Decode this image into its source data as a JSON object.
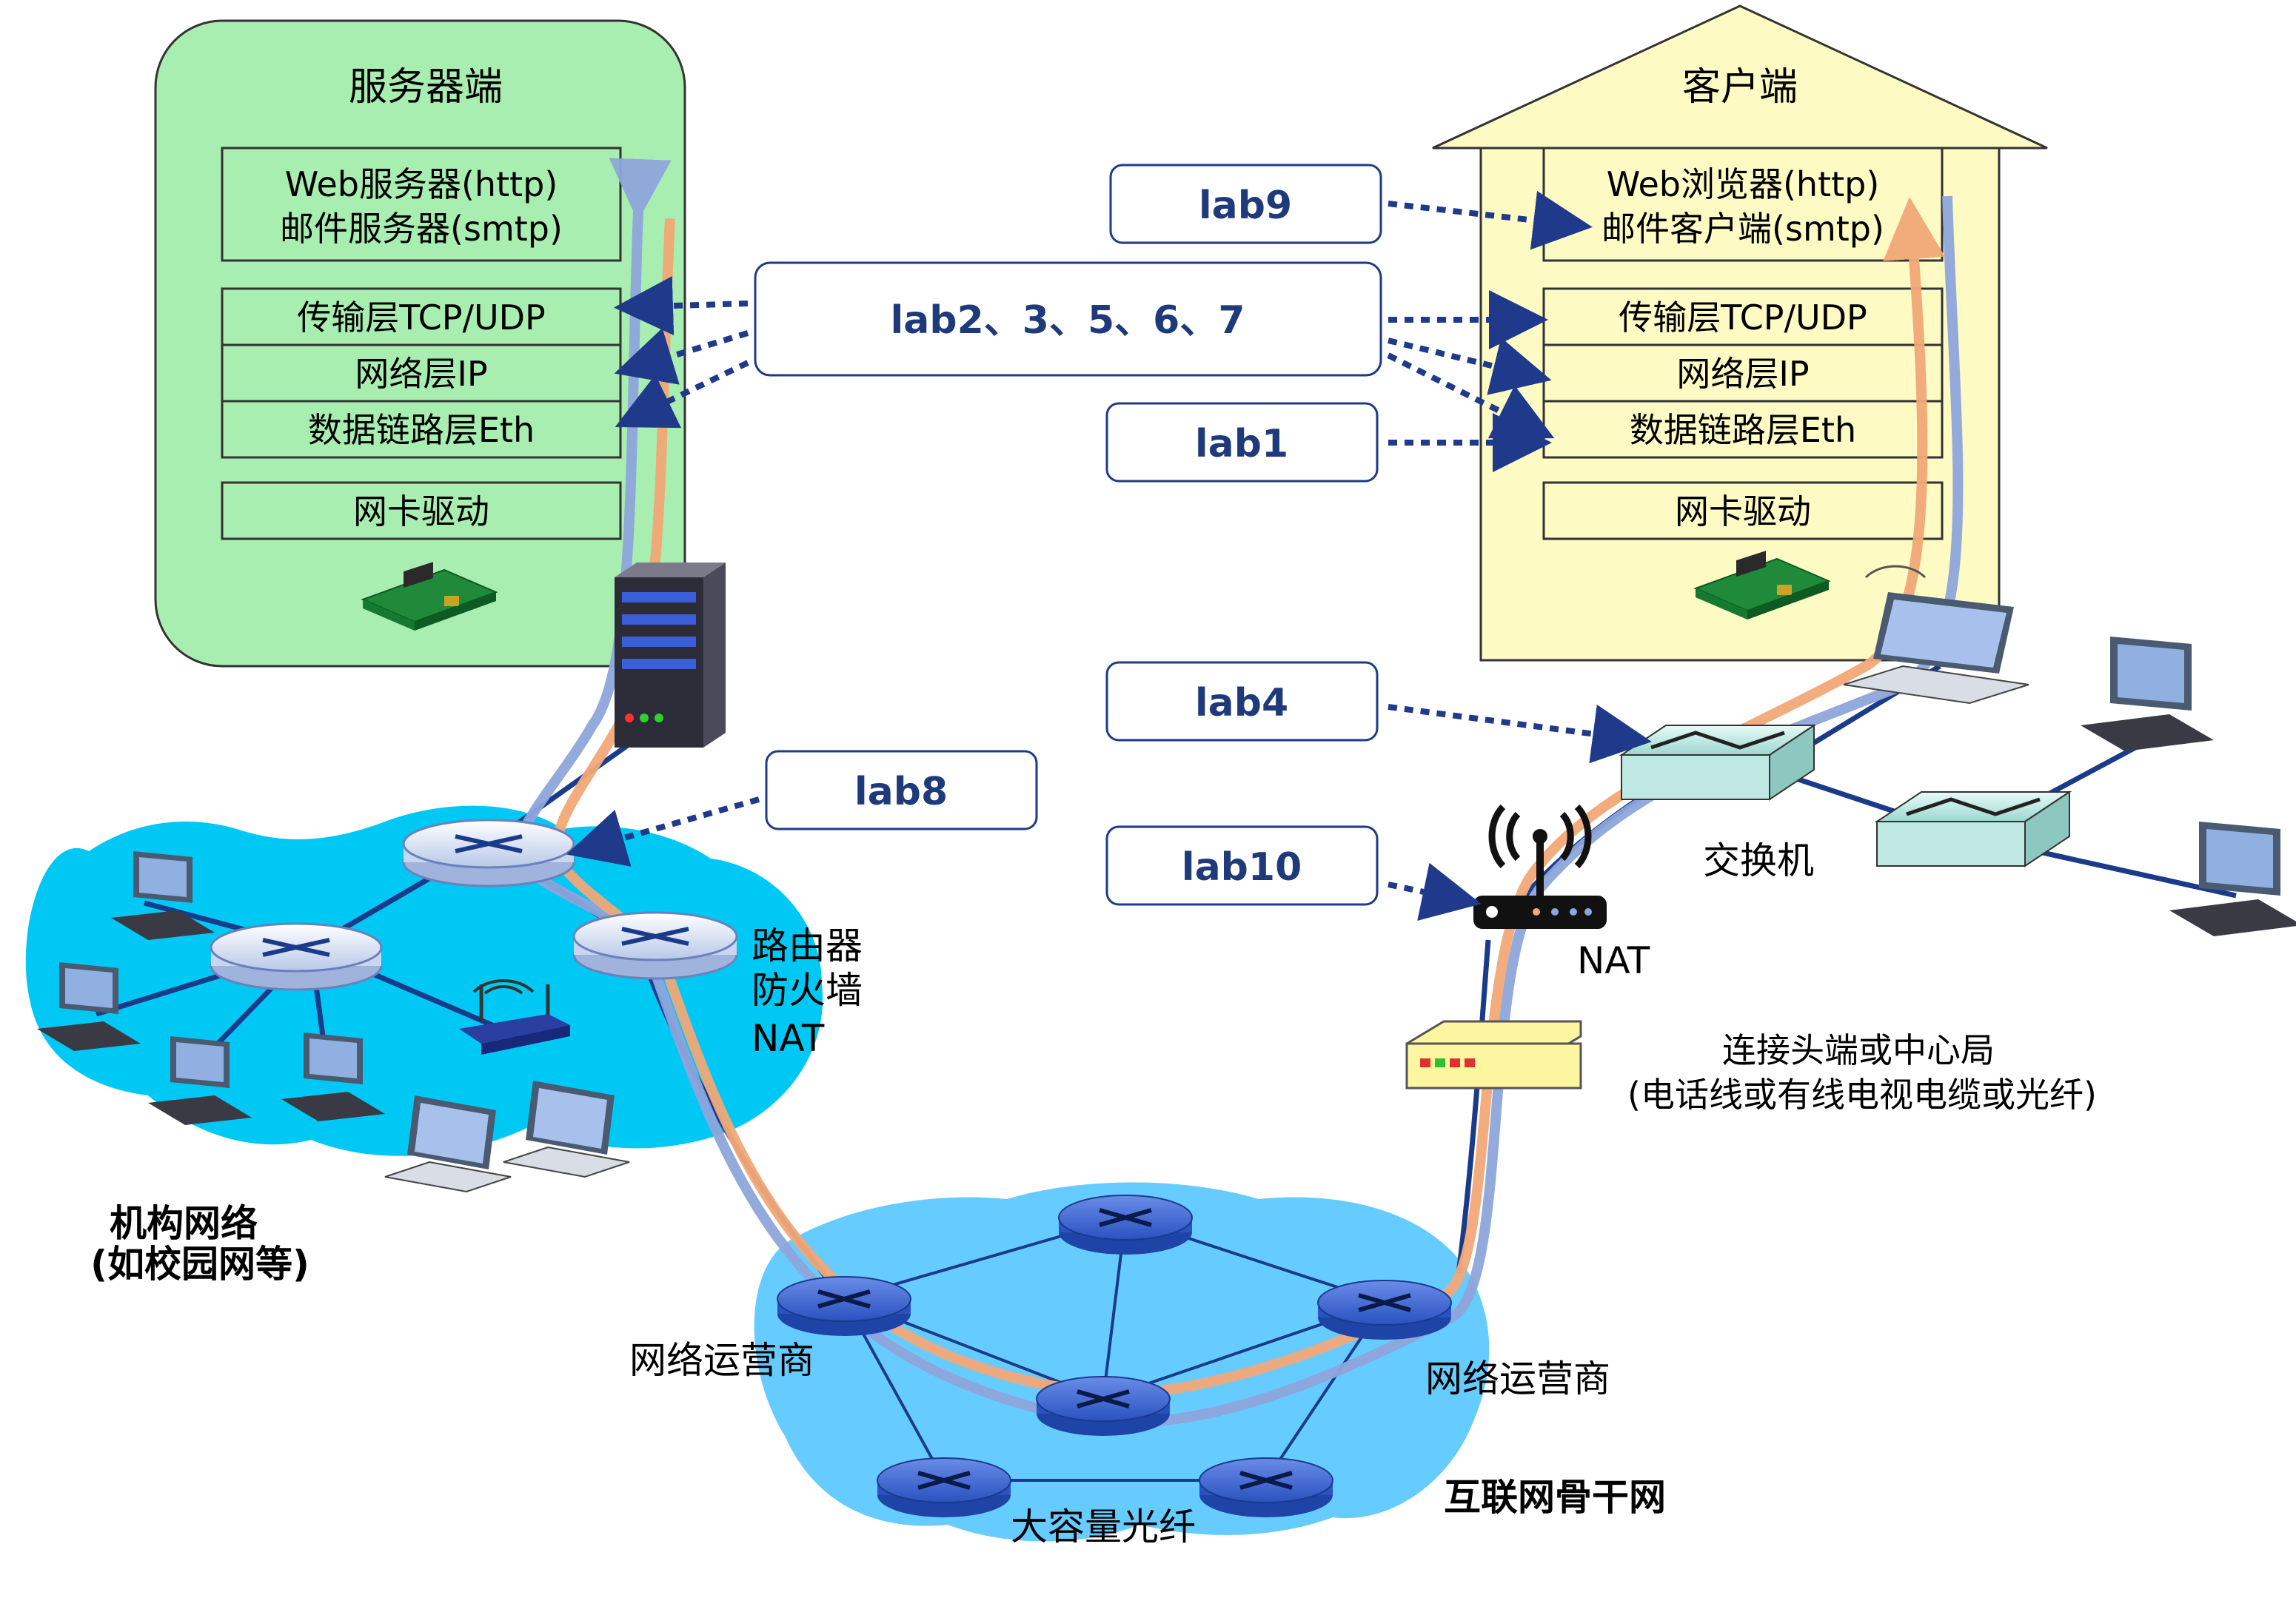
{
  "server": {
    "title": "服务器端",
    "app_line1": "Web服务器(http)",
    "app_line2": "邮件服务器(smtp)",
    "transport": "传输层TCP/UDP",
    "network": "网络层IP",
    "link": "数据链路层Eth",
    "nic": "网卡驱动"
  },
  "client": {
    "title": "客户端",
    "app_line1": "Web浏览器(http)",
    "app_line2": "邮件客户端(smtp)",
    "transport": "传输层TCP/UDP",
    "network": "网络层IP",
    "link": "数据链路层Eth",
    "nic": "网卡驱动"
  },
  "labs": {
    "lab9": "lab9",
    "lab2": "lab2、3、5、6、7",
    "lab1": "lab1",
    "lab4": "lab4",
    "lab8": "lab8",
    "lab10": "lab10"
  },
  "labels": {
    "router_line1": "路由器",
    "router_line2": "防火墙",
    "router_line3": "NAT",
    "institution_line1": "机构网络",
    "institution_line2": "(如校园网等)",
    "switch": "交换机",
    "nat": "NAT",
    "headend_line1": "连接头端或中心局",
    "headend_line2": "(电话线或有线电视电缆或光纤)",
    "isp_left": "网络运营商",
    "isp_right": "网络运营商",
    "fiber": "大容量光纤",
    "backbone": "互联网骨干网"
  },
  "colors": {
    "server_bg": "#a8eeb0",
    "client_bg": "#fdfac4",
    "institution_bg": "#00c8f5",
    "backbone_bg": "#66ccff",
    "orange_path": "#f2a878",
    "blue_path": "#8ea6dc",
    "dark_link": "#1a3a8a",
    "arrow": "#1f3a8a"
  }
}
